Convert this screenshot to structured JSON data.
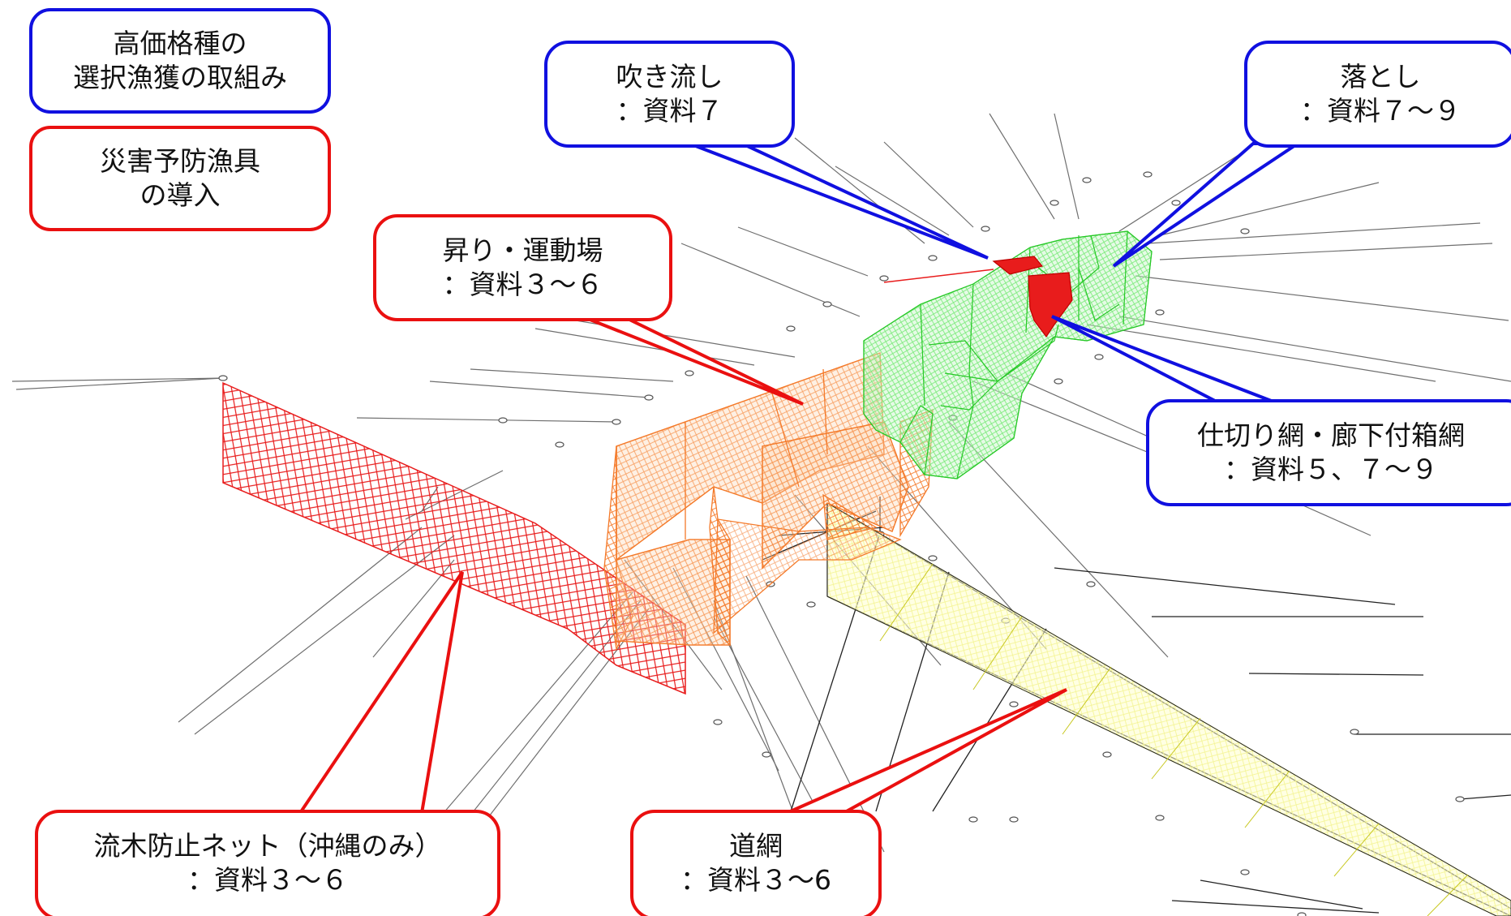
{
  "legend": {
    "selective_fishing": "高価格種の\n選択漁獲の取組み",
    "disaster_prevention": "災害予防漁具\nの導入"
  },
  "callouts": {
    "fukinagashi": {
      "line1": "吹き流し",
      "line2": "：資料７"
    },
    "otoshi": {
      "line1": "落とし",
      "line2": "：資料７～９"
    },
    "nobori": {
      "line1": "昇り・運動場",
      "line2": "：資料３～６"
    },
    "shikiri": {
      "line1": "仕切り網・廊下付箱網",
      "line2": "：資料５、７～９"
    },
    "ryuboku": {
      "line1": "流木防止ネット（沖縄のみ）",
      "line2": "：資料３～６"
    },
    "michiami": {
      "line1": "道網",
      "line2": "：資料３～6"
    }
  },
  "colors": {
    "blue_border": "#1010e0",
    "red_border": "#ea1010",
    "green_net": "#38e238",
    "orange_net": "#f47a2a",
    "red_net": "#e81c1c",
    "yellow_net": "#f2f27a"
  }
}
